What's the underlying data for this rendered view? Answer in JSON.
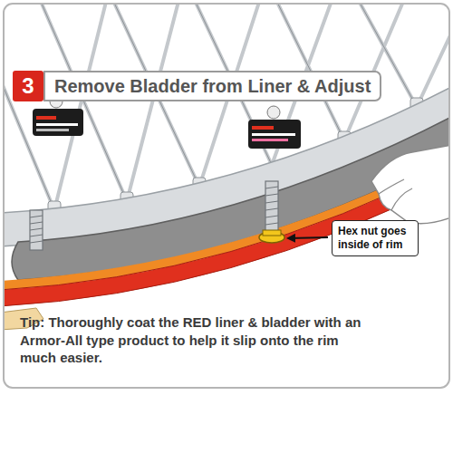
{
  "diagram": {
    "nodes": [
      {
        "text": [
          "3"
        ]
      },
      {
        "text": [
          "Remove Bladder from Liner & Adjust"
        ]
      },
      {
        "text": [
          "Hex nut goes inside of rim"
        ]
      }
    ],
    "labels": [
      "Tip: Thoroughly coat the RED liner & bladder with an Armor-All type product to help it slip onto the rim much easier."
    ]
  }
}
